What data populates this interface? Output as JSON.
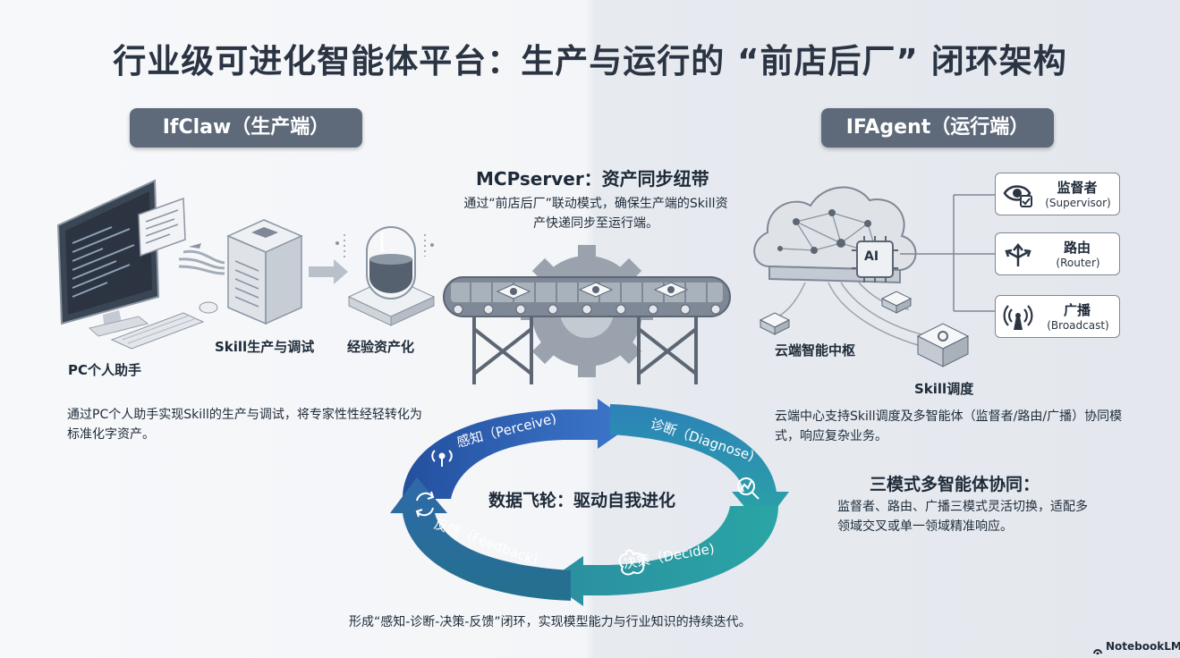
{
  "title": "行业级可进化智能体平台：生产与运行的 “前店后厂” 闭环架构",
  "producer": {
    "pill": "IfClaw（生产端）",
    "pc_label": "PC个人助手",
    "skill_label": "Skill生产与调试",
    "asset_label": "经验资产化",
    "description": "通过PC个人助手实现Skill的生产与调试，将专家性性经轻转化为标准化字资产。"
  },
  "mcp": {
    "title": "MCPserver：资产同步纽带",
    "description": "通过“前店后厂”联动模式，确保生产端的Skill资产快递同步至运行端。"
  },
  "runtime": {
    "pill": "IFAgent（运行端）",
    "cloud_label": "云端智能中枢",
    "ai_chip": "AI",
    "skill_sched_label": "Skill调度",
    "description": "云端中心支持Skill调度及多智能体（监督者/路由/广播）协同模式，响应复杂业务。",
    "modes": [
      {
        "name": "监督者",
        "sub": "(Supervisor)",
        "icon": "eye-check-icon"
      },
      {
        "name": "路由",
        "sub": "(Router)",
        "icon": "route-arrows-icon"
      },
      {
        "name": "广播",
        "sub": "(Broadcast)",
        "icon": "broadcast-icon"
      }
    ],
    "tri_title": "三模式多智能体协同：",
    "tri_desc": "监督者、路由、广播三模式灵活切换，适配多领域交叉或单一领域精准响应。"
  },
  "flywheel": {
    "center": "数据飞轮：驱动自我进化",
    "stages": [
      {
        "label": "感知（Perceive)",
        "icon": "signal-icon"
      },
      {
        "label": "诊断（Diagnose)",
        "icon": "magnifier-chart-icon"
      },
      {
        "label": "决策（Decide)",
        "icon": "brain-icon"
      },
      {
        "label": "反馈（Feedback)",
        "icon": "refresh-icon"
      }
    ],
    "colors": {
      "blue": "#2f5fb8",
      "teal": "#2a9ea6",
      "dark_teal": "#1f6f8e"
    }
  },
  "bottom_note": "形成“感知-诊断-决策-反馈”闭环，实现模型能力与行业知识的持续迭代。",
  "brand": "NotebookLM"
}
